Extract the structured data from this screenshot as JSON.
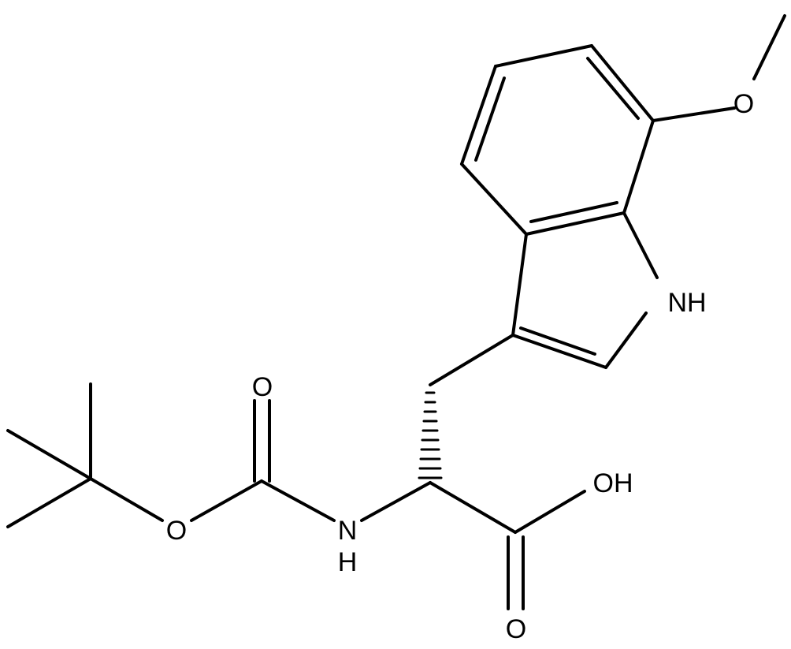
{
  "molecule": {
    "atoms": {
      "methoxy_o": "O",
      "indole_nh": "NH",
      "carbonyl_o_boc": "O",
      "ester_o": "O",
      "amide_n": "N",
      "amide_h": "H",
      "acid_oh": "OH",
      "acid_o": "O"
    },
    "colors": {
      "bond": "#000000",
      "label": "#000000",
      "background": "#ffffff"
    }
  }
}
